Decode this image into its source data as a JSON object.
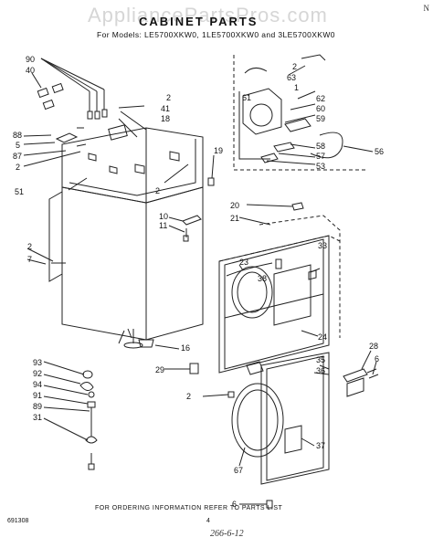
{
  "watermark": "AppliancePartsPros.com",
  "title": "CABINET PARTS",
  "models": "For Models: LE5700XKW0, 1LE5700XKW0 and 3LE5700XKW0",
  "corner_mark": "N",
  "footer_note": "FOR ORDERING INFORMATION REFER TO PARTS LIST",
  "doc_number": "691308",
  "page_number": "4",
  "handwritten_note": "266-6-12",
  "callouts": {
    "c90": "90",
    "c40": "40",
    "c88": "88",
    "c5": "5",
    "c87": "87",
    "c2a": "2",
    "c51": "51",
    "c2b": "2",
    "c41": "41",
    "c18": "18",
    "c19": "19",
    "c2c": "2",
    "c10": "10",
    "c11": "11",
    "c2d": "2",
    "c7": "7",
    "c16": "16",
    "c29": "29",
    "c93": "93",
    "c92": "92",
    "c94": "94",
    "c91": "91",
    "c89": "89",
    "c31": "31",
    "c2e": "2",
    "c63": "63",
    "c1": "1",
    "c61": "61",
    "c62": "62",
    "c60": "60",
    "c59": "59",
    "c58": "58",
    "c57": "57",
    "c53": "53",
    "c56": "56",
    "c20": "20",
    "c21": "21",
    "c33": "33",
    "c23": "23",
    "c38": "38",
    "c24": "24",
    "c28": "28",
    "c6a": "6",
    "c35": "35",
    "c36": "36",
    "c2f": "2",
    "c37": "37",
    "c67": "67",
    "c6b": "6"
  }
}
